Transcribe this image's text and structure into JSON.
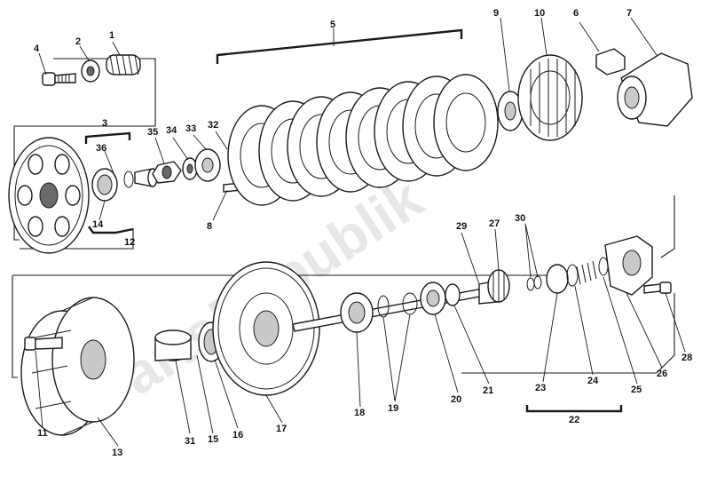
{
  "watermark": "PartsRepublik",
  "callouts": {
    "c1": "1",
    "c2": "2",
    "c3": "3",
    "c4": "4",
    "c5": "5",
    "c6": "6",
    "c7": "7",
    "c8": "8",
    "c9": "9",
    "c10": "10",
    "c11": "11",
    "c12": "12",
    "c13": "13",
    "c14": "14",
    "c15": "15",
    "c16": "16",
    "c17": "17",
    "c18": "18",
    "c19": "19",
    "c20": "20",
    "c21": "21",
    "c22": "22",
    "c23": "23",
    "c24": "24",
    "c25": "25",
    "c26": "26",
    "c27": "27",
    "c28": "28",
    "c29": "29",
    "c30": "30",
    "c31": "31",
    "c32": "32",
    "c33": "33",
    "c34": "34",
    "c35": "35",
    "c36": "36"
  }
}
